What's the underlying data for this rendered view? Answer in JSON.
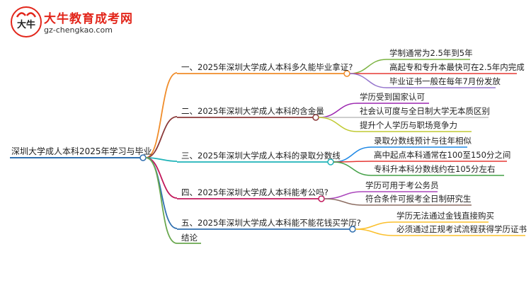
{
  "logo": {
    "title": "大牛教育成考网",
    "url": "gz-chengkao.com",
    "mark_text": "大牛"
  },
  "root": {
    "label": "深圳大学成人本科2025年学习与毕业"
  },
  "branches": [
    {
      "label": "一、2025年深圳大学成人本科多久能毕业拿证?",
      "color": "#f08c2a",
      "children": [
        "学制通常为2.5年到5年",
        "高起专和专升本最快可在2.5年内完成",
        "毕业证书一般在每年7月份发放"
      ]
    },
    {
      "label": "二、2025年深圳大学成人本科的含金量",
      "color": "#8b3a3a",
      "children": [
        "学历受到国家认可",
        "社会认可度与全日制大学无本质区别",
        "提升个人学历与职场竞争力"
      ]
    },
    {
      "label": "三、2025年深圳大学成人本科的录取分数线",
      "color": "#1fb3b8",
      "children": [
        "录取分数线预计与往年相似",
        "高中起点本科通常在100至150分之间",
        "专科升本科分数线约在105分左右"
      ]
    },
    {
      "label": "四、2025年深圳大学成人本科能考公吗?",
      "color": "#c2185b",
      "children": [
        "学历可用于考公务员",
        "符合条件可报考全日制研究生"
      ]
    },
    {
      "label": "五、2025年深圳大学成人本科能不能花钱买学历?",
      "color": "#2f6fb0",
      "children": [
        "学历无法通过金钱直接购买",
        "必须通过正规考试流程获得学历证书"
      ]
    },
    {
      "label": "结论",
      "color": "#6aa84f",
      "children": []
    }
  ],
  "colors": {
    "root_line": "#2f6fb0",
    "branch1_children": [
      "#7cb342",
      "#e53935",
      "#9575cd"
    ],
    "branch2_children": [
      "#9c27b0",
      "#bdbdbd",
      "#c0ca33"
    ],
    "branch3_children": [
      "#1e88e5",
      "#e53935",
      "#43a047"
    ],
    "branch4_children": [
      "#ab47bc",
      "#8d6e63"
    ],
    "branch5_children": [
      "#fbc02d",
      "#fbc02d"
    ]
  }
}
